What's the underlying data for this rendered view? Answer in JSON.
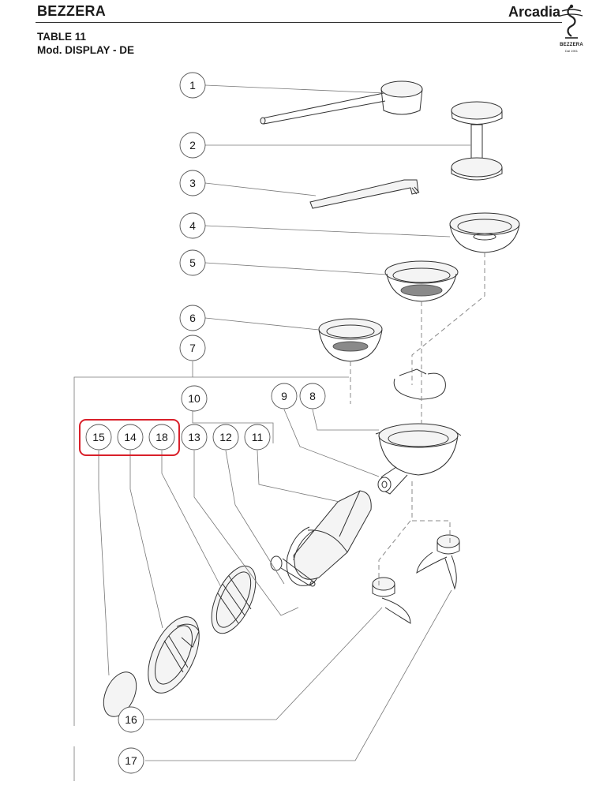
{
  "header": {
    "brand": "BEZZERA",
    "model": "Arcadia",
    "table": "TABLE 11",
    "subtitle": "Mod. DISPLAY - DE"
  },
  "logo": {
    "icon": "bezzera-shield-icon",
    "text": "BEZZERA",
    "sub": "Dal 1901"
  },
  "callouts": [
    {
      "id": "c1",
      "label": "1"
    },
    {
      "id": "c2",
      "label": "2"
    },
    {
      "id": "c3",
      "label": "3"
    },
    {
      "id": "c4",
      "label": "4"
    },
    {
      "id": "c5",
      "label": "5"
    },
    {
      "id": "c6",
      "label": "6"
    },
    {
      "id": "c7",
      "label": "7"
    },
    {
      "id": "c8",
      "label": "8"
    },
    {
      "id": "c9",
      "label": "9"
    },
    {
      "id": "c10",
      "label": "10"
    },
    {
      "id": "c11",
      "label": "11"
    },
    {
      "id": "c12",
      "label": "12"
    },
    {
      "id": "c13",
      "label": "13"
    },
    {
      "id": "c14",
      "label": "14"
    },
    {
      "id": "c15",
      "label": "15"
    },
    {
      "id": "c16",
      "label": "16"
    },
    {
      "id": "c17",
      "label": "17"
    },
    {
      "id": "c18",
      "label": "18"
    }
  ],
  "highlight": {
    "color": "#d9202a",
    "items": [
      "15",
      "14",
      "18"
    ]
  },
  "colors": {
    "line": "#333333",
    "leader": "#777777",
    "part_fill": "#f4f4f4",
    "shade": "#8a8a8a"
  }
}
